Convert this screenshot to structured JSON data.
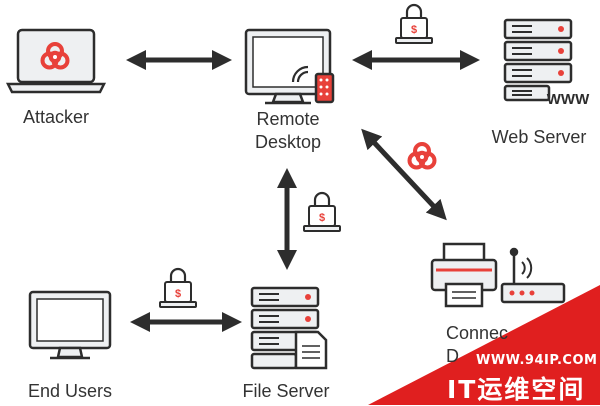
{
  "nodes": {
    "attacker": {
      "label": "Attacker"
    },
    "remote_desktop": {
      "label": "Remote\nDesktop"
    },
    "web_server": {
      "label": "Web Server",
      "badge": "WWW"
    },
    "connected_devices": {
      "label": "Connec\nD"
    },
    "end_users": {
      "label": "End Users"
    },
    "file_server": {
      "label": "File Server"
    }
  },
  "lock_symbol": "$",
  "colors": {
    "line": "#2d2d2d",
    "device_fill": "#eef0f2",
    "accent": "#e8413a",
    "text": "#333333",
    "watermark_bg": "#e01f1f"
  },
  "watermark": {
    "url": "WWW.94IP.COM",
    "text": "IT运维空间"
  }
}
